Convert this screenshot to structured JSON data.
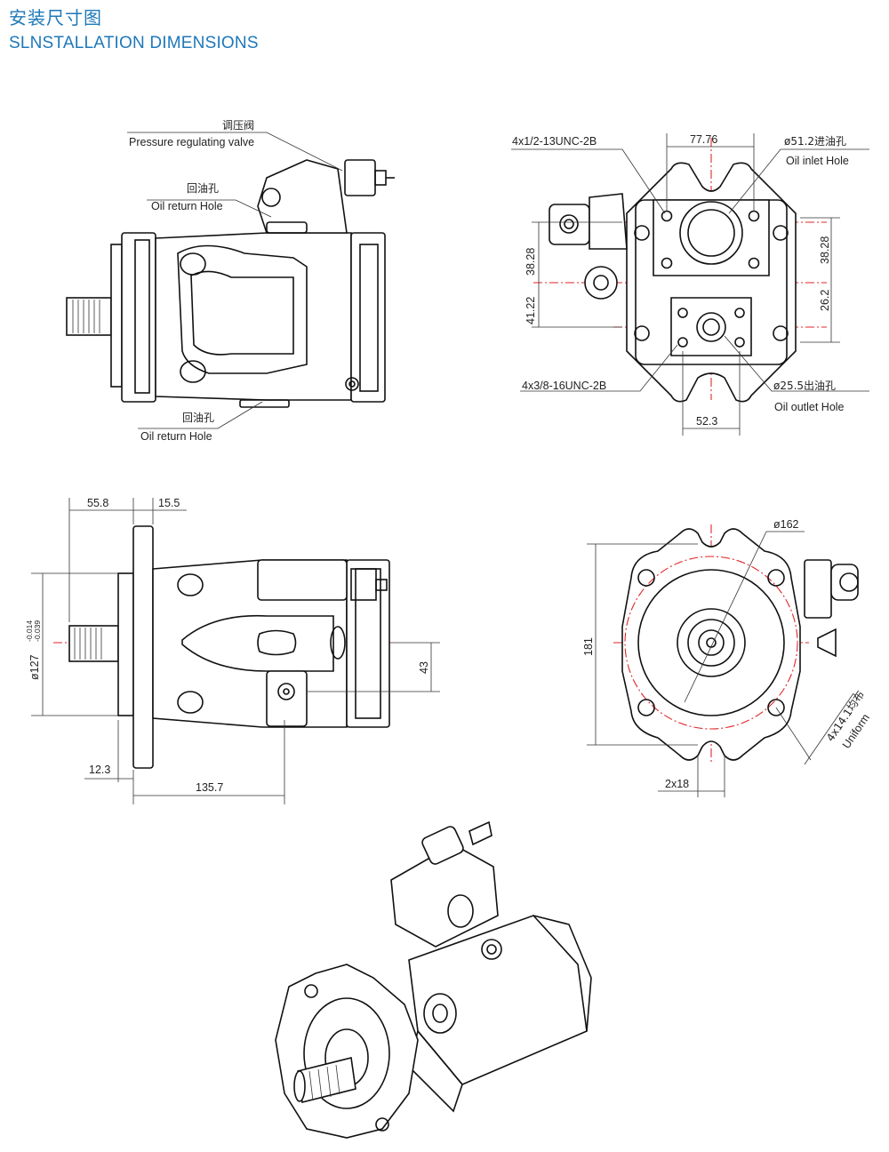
{
  "header": {
    "title_cn": "安装尺寸图",
    "title_en": "SLNSTALLATION DIMENSIONS"
  },
  "side_view": {
    "valve_cn": "调压阀",
    "valve_en": "Pressure regulating valve",
    "return_top_cn": "回油孔",
    "return_top_en": "Oil return Hole",
    "return_bottom_cn": "回油孔",
    "return_bottom_en": "Oil return Hole"
  },
  "port_view": {
    "inlet_bolts": "4x1/2-13UNC-2B",
    "dim_top": "77.76",
    "inlet_cn": "ø51.2进油孔",
    "inlet_en": "Oil inlet Hole",
    "dim_3828_left": "38.28",
    "dim_4122": "41.22",
    "dim_3828_right": "38.28",
    "dim_262": "26.2",
    "outlet_bolts": "4x3/8-16UNC-2B",
    "outlet_cn": "ø25.5出油孔",
    "outlet_en": "Oil outlet Hole",
    "dim_523": "52.3"
  },
  "top_view": {
    "dim_558": "55.8",
    "dim_155": "15.5",
    "dim_127": "ø127",
    "tol_upper": "-0.014",
    "tol_lower": "-0.039",
    "dim_43": "43",
    "dim_123": "12.3",
    "dim_1357": "135.7"
  },
  "front_view": {
    "dim_162": "ø162",
    "dim_181": "181",
    "holes": "4x14.1均布",
    "holes_en": "Uniform",
    "dim_2x18": "2x18"
  }
}
